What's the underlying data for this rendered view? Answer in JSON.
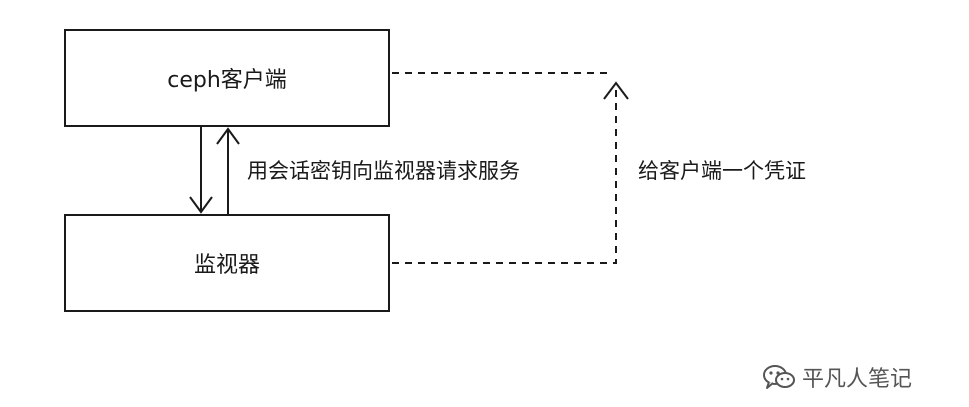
{
  "boxes": {
    "client": "ceph客户端",
    "monitor": "监视器"
  },
  "arrows": {
    "request_label": "用会话密钥向监视器请求服务",
    "credential_label": "给客户端一个凭证"
  },
  "watermark": {
    "icon": "wechat-icon",
    "text": "平凡人笔记"
  },
  "colors": {
    "line": "#1a1a1a",
    "watermark": "#555555"
  }
}
